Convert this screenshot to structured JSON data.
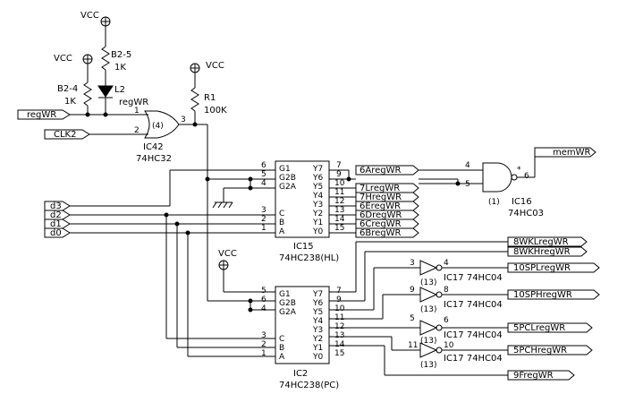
{
  "power": {
    "vcc": "VCC"
  },
  "resistors": [
    {
      "name": "B2-5",
      "value": "1K"
    },
    {
      "name": "B2-4",
      "value": "1K"
    },
    {
      "name": "R1",
      "value": "100K"
    }
  ],
  "led": {
    "name": "L2",
    "label": "regWR"
  },
  "or_gate": {
    "name": "IC42",
    "part": "74HC32",
    "unit": "(4)",
    "pins": [
      "1",
      "2",
      "3"
    ]
  },
  "nand_gate": {
    "name": "IC16",
    "part": "74HC03",
    "unit": "(1)",
    "pins": [
      "4",
      "5",
      "6"
    ],
    "marker": "*"
  },
  "inputs": {
    "regwr": "regWR",
    "clk2": "CLK2",
    "d3": "d3",
    "d2": "d2",
    "d1": "d1",
    "d0": "d0"
  },
  "ic15": {
    "name": "IC15",
    "part": "74HC238(HL)",
    "left_pins": [
      {
        "num": "6",
        "name": "G1"
      },
      {
        "num": "5",
        "name": "G2B"
      },
      {
        "num": "4",
        "name": "G2A"
      },
      {
        "num": "3",
        "name": "C"
      },
      {
        "num": "2",
        "name": "B"
      },
      {
        "num": "1",
        "name": "A"
      }
    ],
    "right_pins": [
      {
        "num": "7",
        "name": "Y7"
      },
      {
        "num": "9",
        "name": "Y6"
      },
      {
        "num": "10",
        "name": "Y5"
      },
      {
        "num": "11",
        "name": "Y4"
      },
      {
        "num": "12",
        "name": "Y3"
      },
      {
        "num": "13",
        "name": "Y2"
      },
      {
        "num": "14",
        "name": "Y1"
      },
      {
        "num": "15",
        "name": "Y0"
      }
    ]
  },
  "ic2": {
    "name": "IC2",
    "part": "74HC238(PC)",
    "left_pins": [
      {
        "num": "5",
        "name": "G1"
      },
      {
        "num": "6",
        "name": "G2B"
      },
      {
        "num": "4",
        "name": "G2A"
      },
      {
        "num": "3",
        "name": "C"
      },
      {
        "num": "2",
        "name": "B"
      },
      {
        "num": "1",
        "name": "A"
      }
    ],
    "right_pins": [
      {
        "num": "7",
        "name": "Y7"
      },
      {
        "num": "9",
        "name": "Y6"
      },
      {
        "num": "10",
        "name": "Y5"
      },
      {
        "num": "11",
        "name": "Y4"
      },
      {
        "num": "12",
        "name": "Y3"
      },
      {
        "num": "13",
        "name": "Y2"
      },
      {
        "num": "14",
        "name": "Y1"
      },
      {
        "num": "15",
        "name": "Y0"
      }
    ]
  },
  "ic15_outputs": [
    "6AregWR",
    "7LregWR",
    "7HregWR",
    "6EregWR",
    "6DregWR",
    "6CregWR",
    "6BregWR"
  ],
  "output_memwr": "memWR",
  "output_right": [
    "8WKLregWR",
    "8WKHregWR",
    "10SPLregWR",
    "10SPHregWR",
    "5PCLregWR",
    "5PCHregWR",
    "9FregWR"
  ],
  "inverters": [
    {
      "in": "3",
      "out": "4",
      "unit": "(13)",
      "label": "IC17 74HC04"
    },
    {
      "in": "9",
      "out": "8",
      "unit": "(13)",
      "label": "IC17 74HC04"
    },
    {
      "in": "5",
      "out": "6",
      "unit": "(13)",
      "label": "IC17 74HC04"
    },
    {
      "in": "11",
      "out": "10",
      "unit": "(13)",
      "label": "IC17 74HC04"
    }
  ]
}
